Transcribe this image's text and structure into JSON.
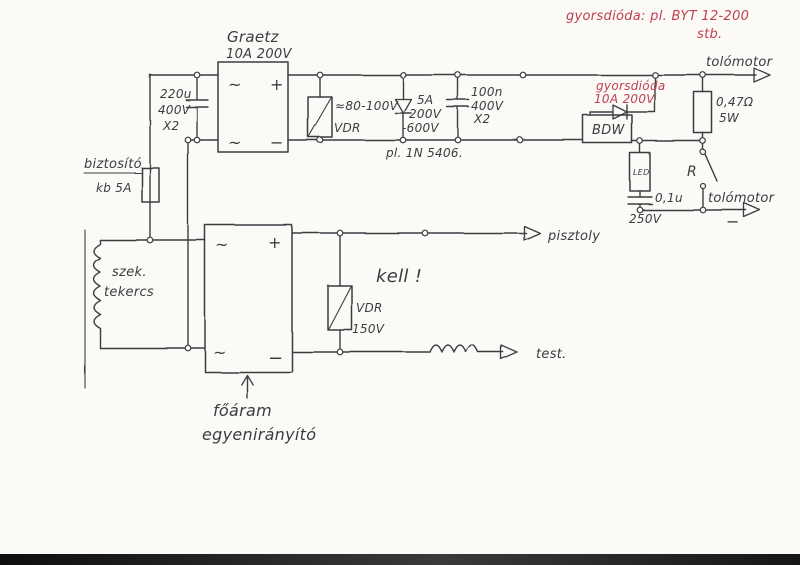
{
  "colors": {
    "ink": "#3b3c42",
    "red": "#c04050",
    "paper": "#fbfaf6"
  },
  "note": {
    "line1": "gyorsdióda: pl. BYT 12-200",
    "line2": "stb."
  },
  "sym": {
    "ac": "~",
    "plus": "+",
    "minus": "−"
  },
  "top": {
    "graetz_title": "Graetz",
    "graetz_rating": "10A 200V",
    "cap1": {
      "value": "220u",
      "voltage": "400V",
      "cls": "X2"
    },
    "vdr1": {
      "range": "≈80-100V",
      "name": "VDR"
    },
    "diode1": {
      "amp": "5A",
      "v1": "200V",
      "v2": "-600V",
      "example": "pl. 1N 5406."
    },
    "cap2": {
      "value": "100n",
      "voltage": "400V",
      "cls": "X2"
    },
    "motor_top": "tolómotor",
    "fast_diode": {
      "name": "gyorsdióda",
      "rating": "10A 200V"
    },
    "bdw": "BDW",
    "resistor": {
      "value": "0,47Ω",
      "power": "5W"
    },
    "led": "LED",
    "switch_label": "R",
    "cap3": {
      "value": "0,1u",
      "voltage": "250V"
    },
    "motor_bottom": "tolómotor",
    "minus": "−"
  },
  "left": {
    "fuse_label": "biztosító",
    "fuse_rating": "kb 5A",
    "winding1": "szek.",
    "winding2": "tekercs"
  },
  "mid": {
    "gun": "pisztoly",
    "kell": "kell !",
    "vdr2": {
      "name": "VDR",
      "voltage": "150V"
    },
    "ground": "test.",
    "rect1": "főáram",
    "rect2": "egyenirányító"
  }
}
